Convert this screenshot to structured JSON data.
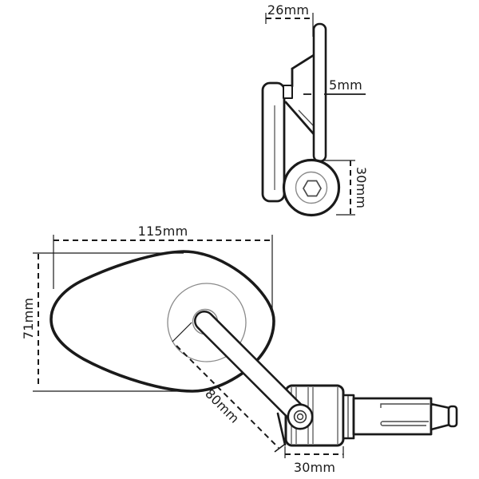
{
  "drawing": {
    "type": "technical-line-drawing",
    "subject": "bar-end-mirror",
    "background_color": "#ffffff",
    "line_color": "#1a1a1a",
    "thin_line_color": "#8a8a8a"
  },
  "labels": {
    "side_width": "26mm",
    "glass_thickness": "5mm",
    "side_clamp_diameter": "30mm",
    "head_width": "115mm",
    "head_height": "71mm",
    "stem_length": "80mm",
    "clamp_width": "30mm"
  }
}
